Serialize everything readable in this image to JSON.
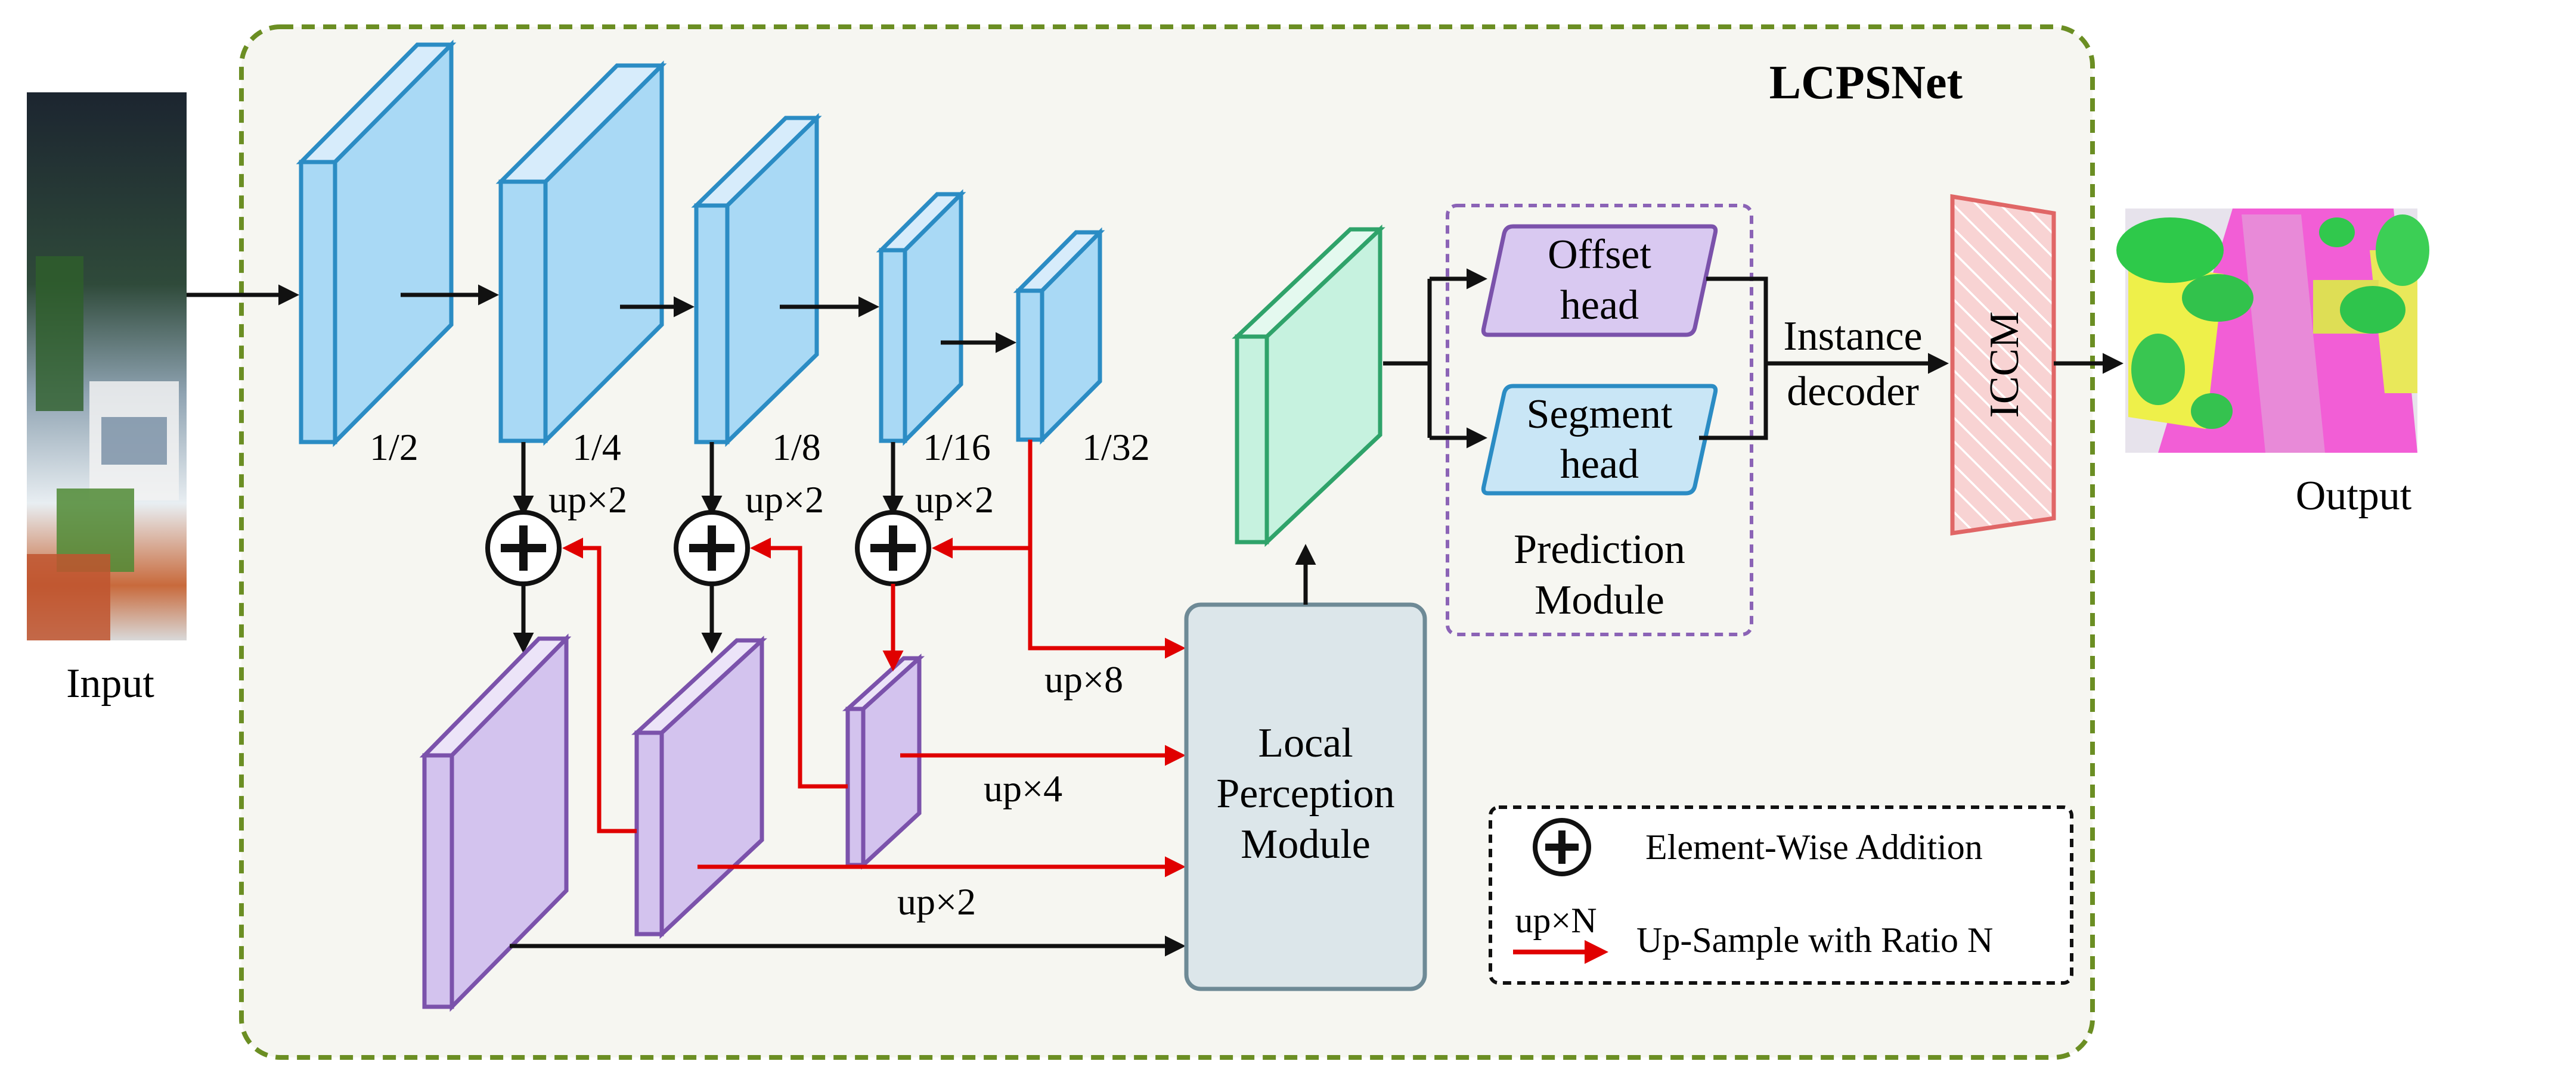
{
  "title": "LCPSNet",
  "input_label": "Input",
  "output_label": "Output",
  "scales": [
    "1/2",
    "1/4",
    "1/8",
    "1/16",
    "1/32"
  ],
  "skip_upsample_labels": [
    "up×2",
    "up×2",
    "up×2"
  ],
  "lateral_upsample_labels": [
    "up×8",
    "up×4",
    "up×2"
  ],
  "lpm_lines": [
    "Local",
    "Perception",
    "Module"
  ],
  "offset_head_lines": [
    "Offset",
    "head"
  ],
  "segment_head_lines": [
    "Segment",
    "head"
  ],
  "prediction_module_lines": [
    "Prediction",
    "Module"
  ],
  "instance_decoder_lines": [
    "Instance",
    "decoder"
  ],
  "iccm_label": "ICCM",
  "legend": {
    "addition_label": "Element-Wise Addition",
    "upsample_symbol": "up×N",
    "upsample_label": "Up-Sample with Ratio N"
  },
  "colors": {
    "encoder_fill": "#a9d9f5",
    "encoder_stroke": "#2b8cc4",
    "decoder_fill": "#d3c3ee",
    "decoder_stroke": "#7b52ab",
    "feature_fill": "#c6f2df",
    "feature_stroke": "#2fa36a",
    "lpm_fill": "#dce6ea",
    "lpm_stroke": "#6e8a96",
    "offset_fill": "#d9c9f1",
    "offset_stroke": "#7b52ab",
    "segment_fill": "#c9e6f6",
    "segment_stroke": "#2b8cc4",
    "iccm_fill": "#f8d3d3",
    "iccm_stroke": "#e06666",
    "frame_stroke": "#6b8e23",
    "frame_fill": "#f6f6f1",
    "upsample_arrow": "#e00000"
  },
  "icons": [
    "circled-plus-icon",
    "red-arrow-icon",
    "black-arrow-icon"
  ]
}
